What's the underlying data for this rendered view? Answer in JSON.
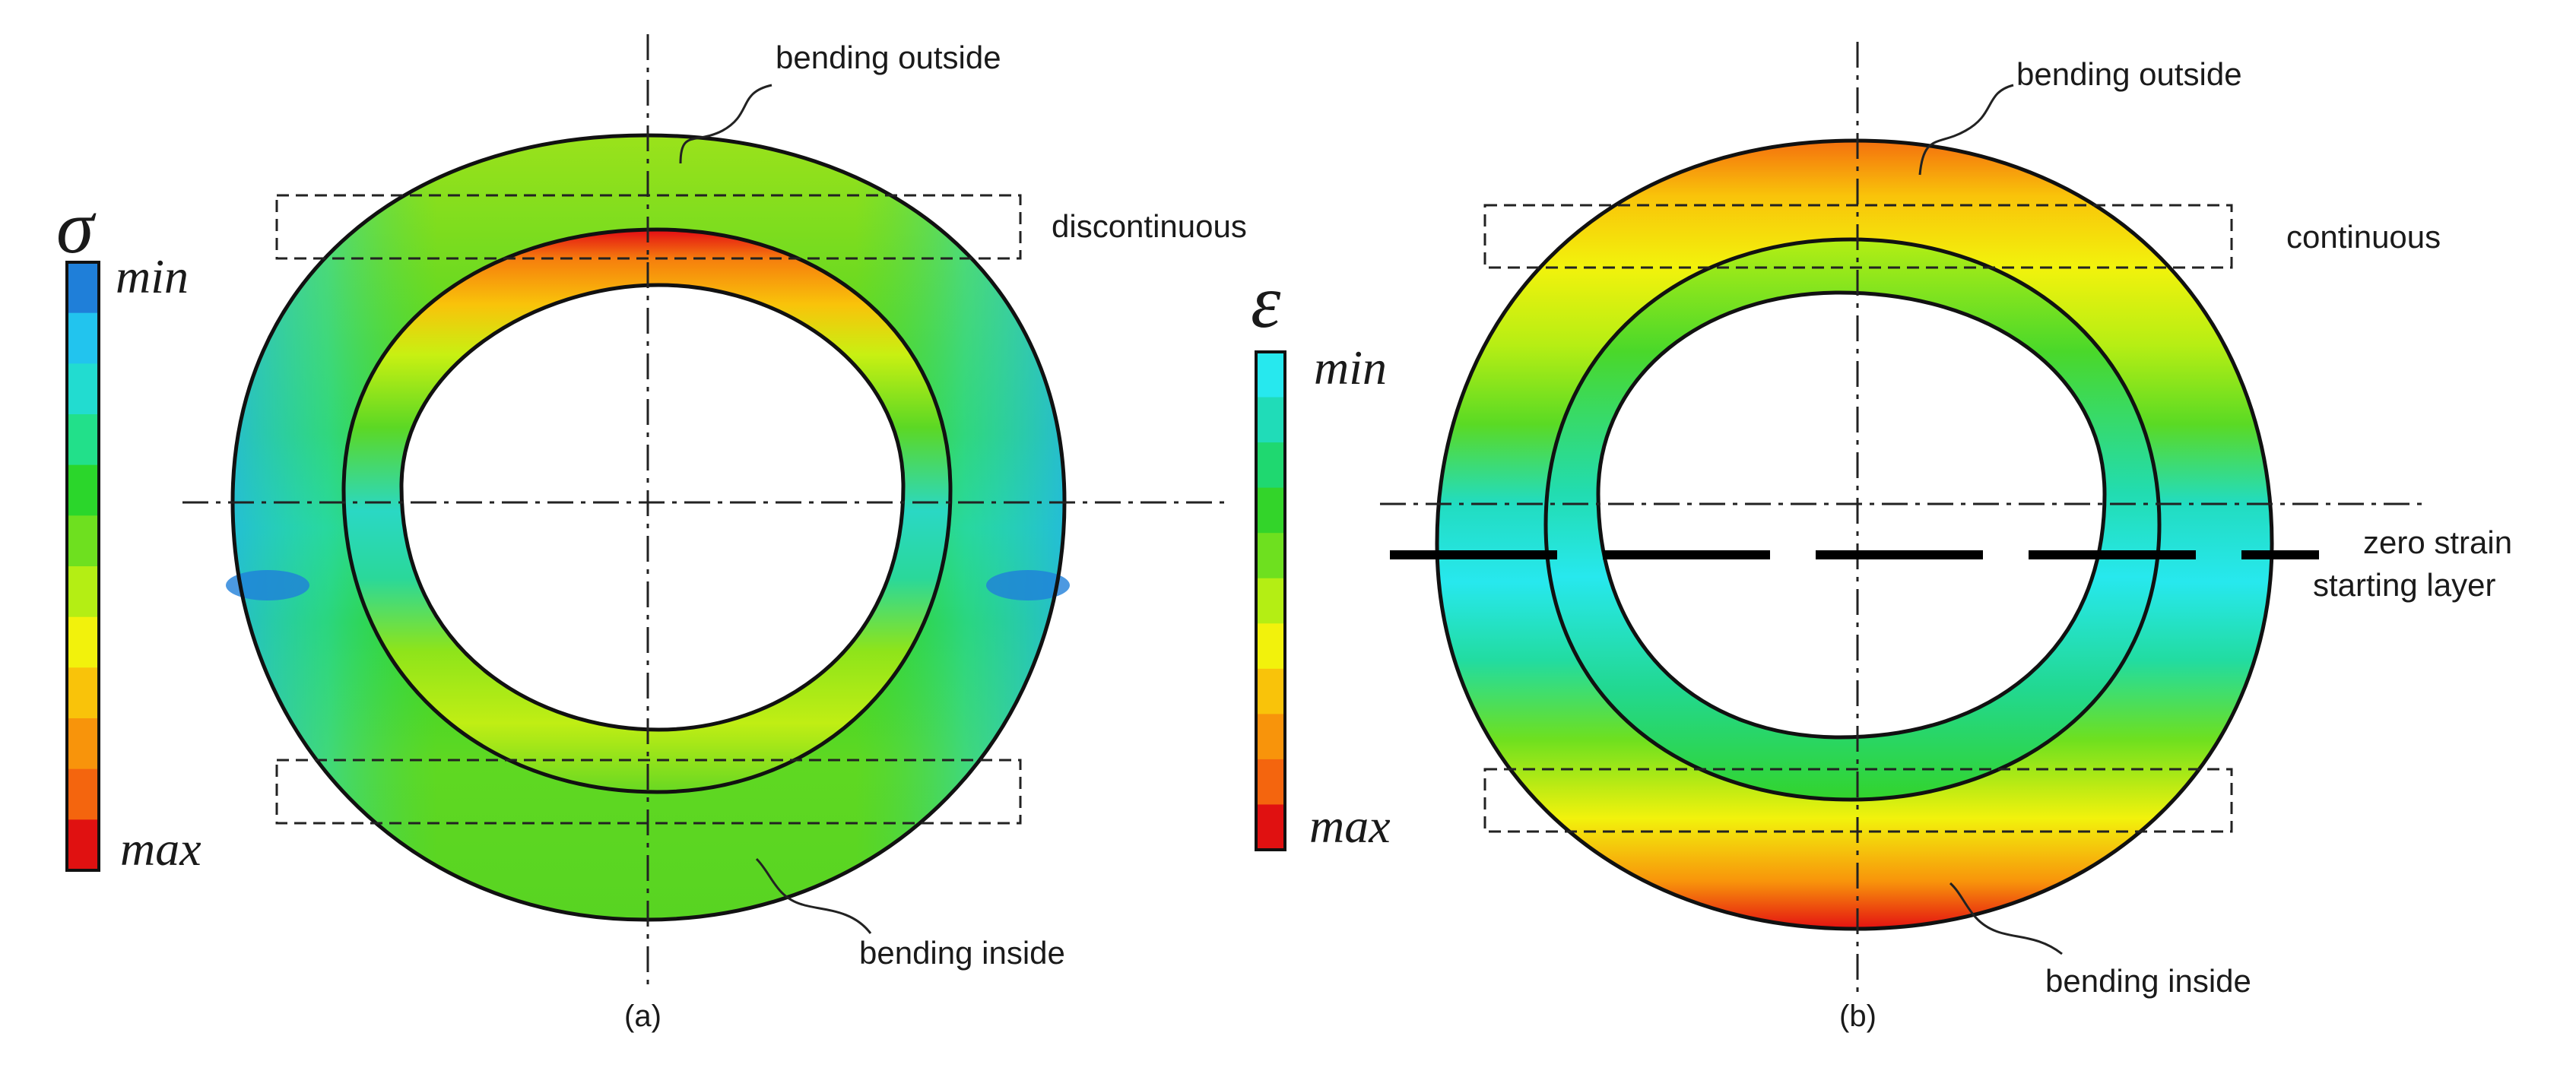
{
  "panel_a": {
    "caption": "(a)",
    "legend": {
      "symbol": "σ",
      "min_label": "min",
      "max_label": "max"
    },
    "annotations": {
      "top": "bending outside",
      "box_top": "discontinuous",
      "bottom": "bending inside"
    }
  },
  "panel_b": {
    "caption": "(b)",
    "legend": {
      "symbol": "ε",
      "min_label": "min",
      "max_label": "max"
    },
    "annotations": {
      "top": "bending outside",
      "box_top": "continuous",
      "bottom": "bending inside",
      "layer_line1": "zero strain",
      "layer_line2": "starting layer"
    }
  },
  "colors": {
    "stress_scale": [
      "#1f7fd9",
      "#22c4ee",
      "#22dcd0",
      "#22e08a",
      "#2bd62b",
      "#6ee01f",
      "#b4ee14",
      "#f2f20c",
      "#f9c30a",
      "#f8940b",
      "#f4650e",
      "#e01111"
    ],
    "strain_scale": [
      "#27e8ee",
      "#20dcb8",
      "#1fd870",
      "#33d42a",
      "#6ee01f",
      "#b4ee14",
      "#f2f20c",
      "#f9c30a",
      "#f8940b",
      "#f4650e",
      "#e01111"
    ],
    "outline": "#111111"
  }
}
